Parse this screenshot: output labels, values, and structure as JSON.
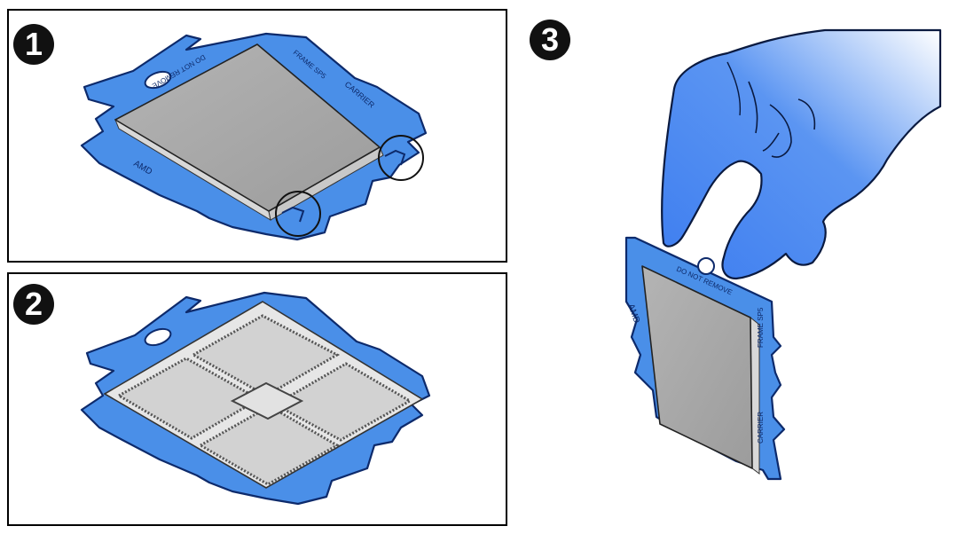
{
  "steps": [
    {
      "number": "1"
    },
    {
      "number": "2"
    },
    {
      "number": "3"
    }
  ],
  "frame_labels": {
    "do_not_remove": "DO NOT REMOVE",
    "brand": "AMD",
    "carrier": "CARRIER",
    "frame": "FRAME SP5"
  },
  "colors": {
    "carrier_blue": "#4a8fe8",
    "carrier_edge": "#0d2a6b",
    "chip_gray": "#a7a7a7",
    "glove_blue": "#4a86f0"
  },
  "icons": [
    "callout-circle-icon",
    "hand-icon",
    "processor-icon"
  ]
}
